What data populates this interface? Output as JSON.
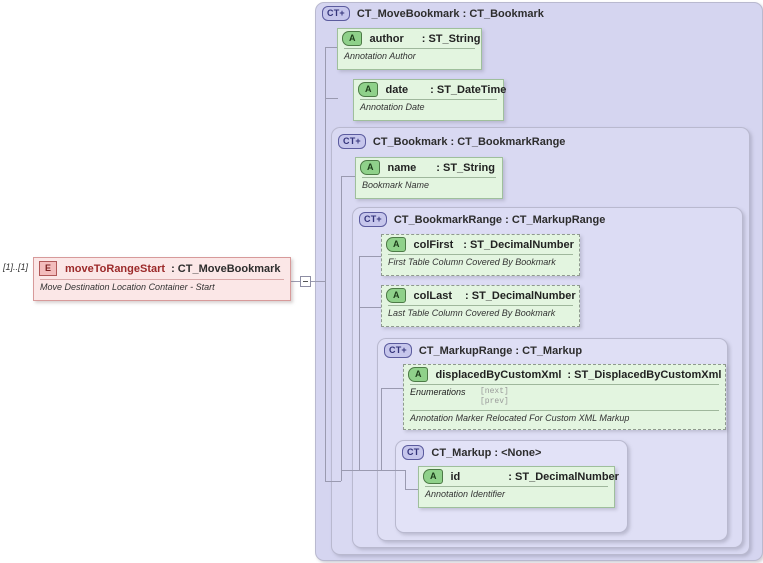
{
  "diagram": {
    "title": "XSD complexType hierarchy - CT_MoveBookmark",
    "root_element": {
      "badge": "E",
      "name": "moveToRangeStart",
      "separator": ":",
      "type": "CT_MoveBookmark",
      "description": "Move Destination Location Container - Start",
      "multiplicity": "[1]..[1]",
      "expander_icon": "minus-icon"
    },
    "containers": [
      {
        "badge": "CT+",
        "name": "CT_MoveBookmark",
        "separator": ":",
        "base": "CT_Bookmark",
        "title": "CT_MoveBookmark : CT_Bookmark",
        "attributes": [
          {
            "badge": "A",
            "name": "author",
            "separator": ":",
            "type": "ST_String",
            "description": "Annotation Author",
            "optional": false
          },
          {
            "badge": "A",
            "name": "date",
            "separator": ":",
            "type": "ST_DateTime",
            "description": "Annotation Date",
            "optional": false
          }
        ]
      },
      {
        "badge": "CT+",
        "name": "CT_Bookmark",
        "separator": ":",
        "base": "CT_BookmarkRange",
        "title": "CT_Bookmark : CT_BookmarkRange",
        "attributes": [
          {
            "badge": "A",
            "name": "name",
            "separator": ":",
            "type": "ST_String",
            "description": "Bookmark Name",
            "optional": false
          }
        ]
      },
      {
        "badge": "CT+",
        "name": "CT_BookmarkRange",
        "separator": ":",
        "base": "CT_MarkupRange",
        "title": "CT_BookmarkRange : CT_MarkupRange",
        "attributes": [
          {
            "badge": "A",
            "name": "colFirst",
            "separator": ":",
            "type": "ST_DecimalNumber",
            "description": "First Table Column Covered By Bookmark",
            "optional": true
          },
          {
            "badge": "A",
            "name": "colLast",
            "separator": ":",
            "type": "ST_DecimalNumber",
            "description": "Last Table Column Covered By Bookmark",
            "optional": true
          }
        ]
      },
      {
        "badge": "CT+",
        "name": "CT_MarkupRange",
        "separator": ":",
        "base": "CT_Markup",
        "title": "CT_MarkupRange : CT_Markup",
        "attributes": [
          {
            "badge": "A",
            "name": "displacedByCustomXml",
            "separator": ":",
            "type": "ST_DisplacedByCustomXml",
            "enumerations_label": "Enumerations",
            "enumerations": "[next]\n[prev]",
            "description": "Annotation Marker Relocated For Custom XML Markup",
            "optional": true
          }
        ]
      },
      {
        "badge": "CT",
        "name": "CT_Markup",
        "separator": ":",
        "base": "<None>",
        "title": "CT_Markup : <None>",
        "attributes": [
          {
            "badge": "A",
            "name": "id",
            "separator": ":",
            "type": "ST_DecimalNumber",
            "description": "Annotation Identifier",
            "optional": false
          }
        ]
      }
    ]
  },
  "colors": {
    "container_fill": "#d7d7f2",
    "container_border": "#b9b9cf",
    "attribute_fill": "#e3f5e0",
    "attribute_border": "#9fbf9c",
    "attribute_badge": "#8fd18a",
    "element_fill": "#fbe7e7",
    "element_border": "#d79a9a",
    "element_badge": "#f3bcbc",
    "element_name": "#9c2a2a",
    "ct_badge": "#c6c6ec",
    "connector": "#9a9ab0"
  }
}
